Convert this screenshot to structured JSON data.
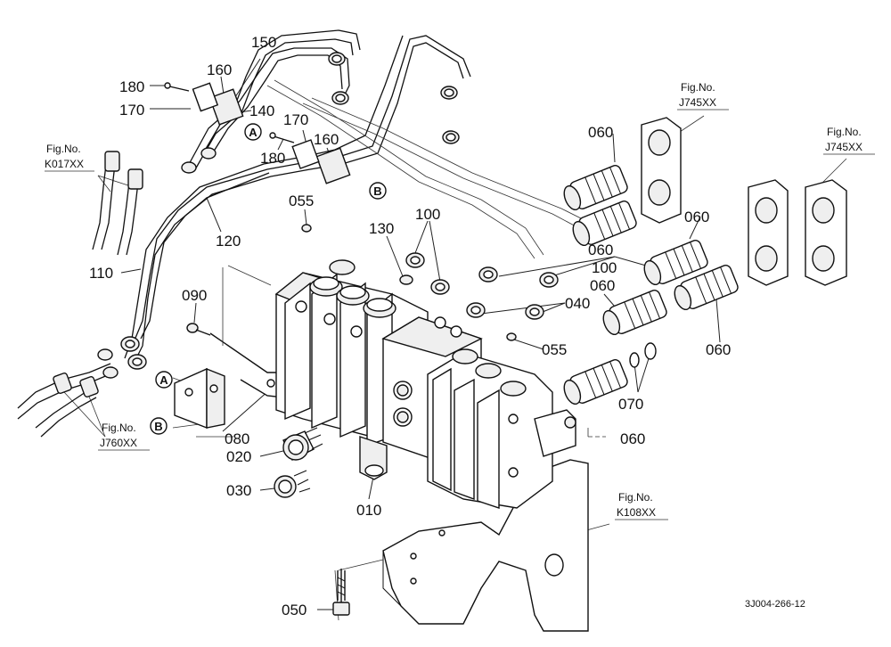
{
  "labels": {
    "p010": "010",
    "p020": "020",
    "p030": "030",
    "p040": "040",
    "p050": "050",
    "p055a": "055",
    "p055b": "055",
    "p060a": "060",
    "p060b": "060",
    "p060c": "060",
    "p060d": "060",
    "p060e": "060",
    "p060f": "060",
    "p070": "070",
    "p080": "080",
    "p090": "090",
    "p100a": "100",
    "p100b": "100",
    "p110": "110",
    "p120": "120",
    "p130": "130",
    "p140": "140",
    "p150": "150",
    "p160a": "160",
    "p160b": "160",
    "p170a": "170",
    "p170b": "170",
    "p180a": "180",
    "p180b": "180"
  },
  "figrefs": {
    "k017": {
      "line1": "Fig.No.",
      "line2": "K017XX"
    },
    "j745a": {
      "line1": "Fig.No.",
      "line2": "J745XX"
    },
    "j745b": {
      "line1": "Fig.No.",
      "line2": "J745XX"
    },
    "j760": {
      "line1": "Fig.No.",
      "line2": "J760XX"
    },
    "k108": {
      "line1": "Fig.No.",
      "line2": "K108XX"
    }
  },
  "callouts": {
    "a1": "A",
    "b1": "B",
    "a2": "A",
    "b2": "B"
  },
  "drawing_code": "3J004-266-12"
}
